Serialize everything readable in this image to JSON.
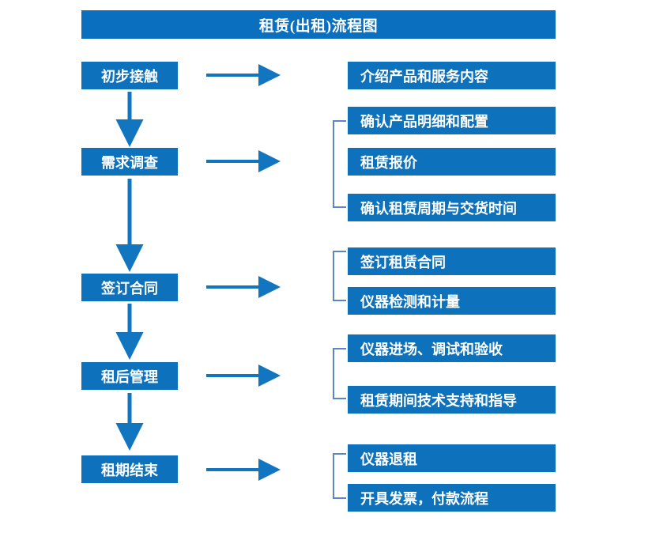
{
  "page": {
    "title": "租赁(出租)流程图",
    "colors": {
      "box_blue": "#0E71BC",
      "title_blue": "#0A6FBF",
      "arrow_blue": "#1175C0",
      "bracket_blue": "#5B86C4",
      "text_white": "#FFFFFF",
      "background": "#FFFFFF"
    }
  },
  "stages": [
    {
      "label": "初步接触"
    },
    {
      "label": "需求调查"
    },
    {
      "label": "签订合同"
    },
    {
      "label": "租后管理"
    },
    {
      "label": "租期结束"
    }
  ],
  "details": [
    {
      "label": "介绍产品和服务内容"
    },
    {
      "label": "确认产品明细和配置"
    },
    {
      "label": "租赁报价"
    },
    {
      "label": "确认租赁周期与交货时间"
    },
    {
      "label": "签订租赁合同"
    },
    {
      "label": "仪器检测和计量"
    },
    {
      "label": "仪器进场、调试和验收"
    },
    {
      "label": "租赁期间技术支持和指导"
    },
    {
      "label": "仪器退租"
    },
    {
      "label": "开具发票，付款流程"
    }
  ],
  "connectors": {
    "horizontal_arrow_count": 5,
    "vertical_arrow_count": 4,
    "bracket_count": 4
  }
}
